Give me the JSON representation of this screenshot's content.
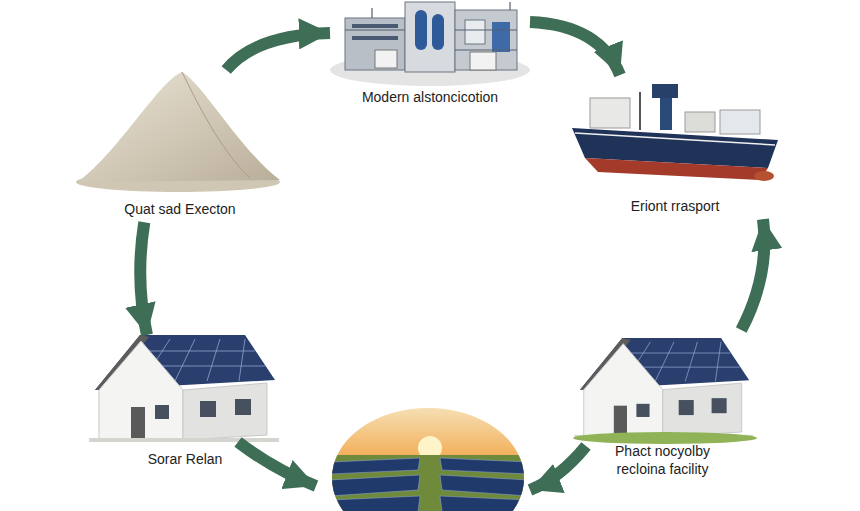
{
  "diagram": {
    "nodes": [
      {
        "text": [
          "Modern alstoncicotion"
        ]
      },
      {
        "text": [
          "Quat sad Execton"
        ]
      },
      {
        "text": [
          "Eriont rrasport"
        ]
      },
      {
        "text": [
          "Sorar Relan"
        ]
      },
      {
        "text": [
          "Phact nocyolby recloina facility"
        ]
      }
    ],
    "edges": [
      {
        "from": 1,
        "to": 0,
        "arrow": "to"
      },
      {
        "from": 0,
        "to": 2,
        "arrow": "to"
      },
      {
        "from": 1,
        "to": 3,
        "arrow": "to"
      },
      {
        "from": 4,
        "to": 2,
        "arrow": "to"
      }
    ]
  }
}
